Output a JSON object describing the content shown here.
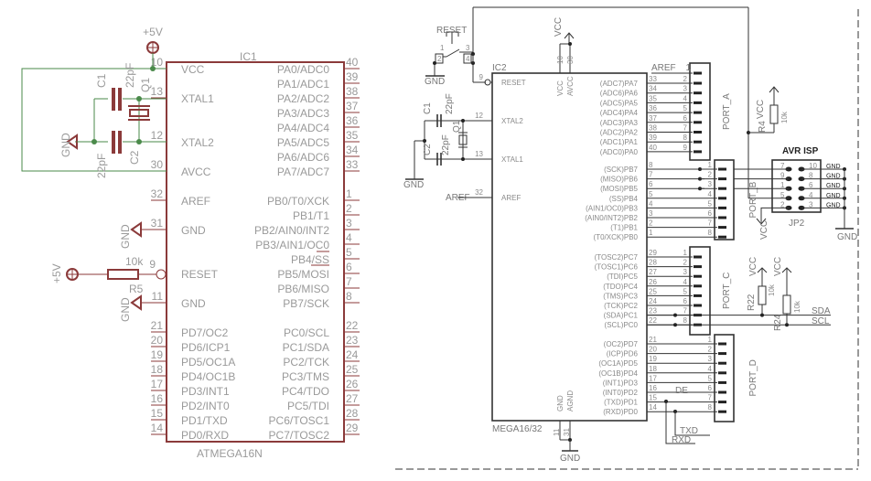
{
  "left": {
    "ic_name": "IC1",
    "ic_part": "ATMEGA16N",
    "power_label": "+5V",
    "gnd_label": "GND",
    "c1": {
      "name": "C1",
      "value": "22pF"
    },
    "c2": {
      "name": "C2",
      "value": "22pF"
    },
    "q1": "Q1",
    "r5": {
      "name": "R5",
      "value": "10k"
    },
    "left_pins": [
      {
        "num": "10",
        "label": "VCC"
      },
      {
        "num": "13",
        "label": "XTAL1"
      },
      {
        "num": "12",
        "label": "XTAL2"
      },
      {
        "num": "30",
        "label": "AVCC"
      },
      {
        "num": "32",
        "label": "AREF"
      },
      {
        "num": "31",
        "label": "GND"
      },
      {
        "num": "9",
        "label": "RESET"
      },
      {
        "num": "11",
        "label": "GND"
      },
      {
        "num": "21",
        "label": "PD7/OC2"
      },
      {
        "num": "20",
        "label": "PD6/ICP1"
      },
      {
        "num": "19",
        "label": "PD5/OC1A"
      },
      {
        "num": "18",
        "label": "PD4/OC1B"
      },
      {
        "num": "17",
        "label": "PD3/INT1"
      },
      {
        "num": "16",
        "label": "PD2/INT0"
      },
      {
        "num": "15",
        "label": "PD1/TXD"
      },
      {
        "num": "14",
        "label": "PD0/RXD"
      }
    ],
    "right_pins": [
      {
        "num": "40",
        "label": "PA0/ADC0"
      },
      {
        "num": "39",
        "label": "PA1/ADC1"
      },
      {
        "num": "38",
        "label": "PA2/ADC2"
      },
      {
        "num": "37",
        "label": "PA3/ADC3"
      },
      {
        "num": "36",
        "label": "PA4/ADC4"
      },
      {
        "num": "35",
        "label": "PA5/ADC5"
      },
      {
        "num": "34",
        "label": "PA6/ADC6"
      },
      {
        "num": "33",
        "label": "PA7/ADC7"
      },
      {
        "num": "1",
        "label": "PB0/T0/XCK"
      },
      {
        "num": "2",
        "label": "PB1/T1"
      },
      {
        "num": "3",
        "label": "PB2/AIN0/INT2"
      },
      {
        "num": "4",
        "label": "PB3/AIN1/OC0"
      },
      {
        "num": "5",
        "label": "PB4/SS"
      },
      {
        "num": "6",
        "label": "PB5/MOSI"
      },
      {
        "num": "7",
        "label": "PB6/MISO"
      },
      {
        "num": "8",
        "label": "PB7/SCK"
      },
      {
        "num": "22",
        "label": "PC0/SCL"
      },
      {
        "num": "23",
        "label": "PC1/SDA"
      },
      {
        "num": "24",
        "label": "PC2/TCK"
      },
      {
        "num": "25",
        "label": "PC3/TMS"
      },
      {
        "num": "26",
        "label": "PC4/TDO"
      },
      {
        "num": "27",
        "label": "PC5/TDI"
      },
      {
        "num": "28",
        "label": "PC6/TOSC1"
      },
      {
        "num": "29",
        "label": "PC7/TOSC2"
      }
    ]
  },
  "right": {
    "ic_name": "IC2",
    "ic_part": "MEGA16/32",
    "reset_button": "RESET",
    "sw_pins": [
      "1",
      "2",
      "3",
      "4"
    ],
    "gnd": "GND",
    "vcc": "VCC",
    "reset_pin": {
      "num": "9",
      "label": "RESET"
    },
    "xtal2": {
      "num": "12",
      "label": "XTAL2"
    },
    "xtal1": {
      "num": "13",
      "label": "XTAL1"
    },
    "aref": {
      "num": "32",
      "label": "AREF",
      "net": "AREF"
    },
    "vcc_pins": [
      {
        "num": "10",
        "label": "VCC"
      },
      {
        "num": "30",
        "label": "AVCC"
      }
    ],
    "gnd_pins": [
      {
        "num": "11",
        "label": "GND"
      },
      {
        "num": "31",
        "label": "AGND"
      }
    ],
    "c1": {
      "name": "C1",
      "value": "22pF"
    },
    "c2": {
      "name": "C2",
      "value": "22pF"
    },
    "q1": "Q1",
    "port_a": {
      "name": "PORT_A",
      "aref_label": "AREF",
      "aref_num": "1",
      "pins": [
        {
          "label": "(ADC7)PA7",
          "num": "33",
          "con": "2"
        },
        {
          "label": "(ADC6)PA6",
          "num": "34",
          "con": "3"
        },
        {
          "label": "(ADC5)PA5",
          "num": "35",
          "con": "4"
        },
        {
          "label": "(ADC4)PA4",
          "num": "36",
          "con": "5"
        },
        {
          "label": "(ADC3)PA3",
          "num": "37",
          "con": "6"
        },
        {
          "label": "(ADC2)PA2",
          "num": "38",
          "con": "7"
        },
        {
          "label": "(ADC1)PA1",
          "num": "39",
          "con": "8"
        },
        {
          "label": "(ADC0)PA0",
          "num": "40",
          "con": "9"
        }
      ]
    },
    "port_b": {
      "name": "PORT_B",
      "pins": [
        {
          "label": "(SCK)PB7",
          "num": "8",
          "con": "1"
        },
        {
          "label": "(MISO)PB6",
          "num": "7",
          "con": "2"
        },
        {
          "label": "(MOSI)PB5",
          "num": "6",
          "con": "3"
        },
        {
          "label": "(SS)PB4",
          "num": "5",
          "con": "4"
        },
        {
          "label": "(AIN1/OC0)PB3",
          "num": "4",
          "con": "5"
        },
        {
          "label": "(AIN0/INT2)PB2",
          "num": "3",
          "con": "6"
        },
        {
          "label": "(T1)PB1",
          "num": "2",
          "con": "7"
        },
        {
          "label": "(T0/XCK)PB0",
          "num": "1",
          "con": "8"
        }
      ]
    },
    "port_c": {
      "name": "PORT_C",
      "pins": [
        {
          "label": "(TOSC2)PC7",
          "num": "29",
          "con": "1"
        },
        {
          "label": "(TOSC1)PC6",
          "num": "28",
          "con": "2"
        },
        {
          "label": "(TDI)PC5",
          "num": "27",
          "con": "3"
        },
        {
          "label": "(TDO)PC4",
          "num": "26",
          "con": "4"
        },
        {
          "label": "(TMS)PC3",
          "num": "25",
          "con": "5"
        },
        {
          "label": "(TCK)PC2",
          "num": "24",
          "con": "6"
        },
        {
          "label": "(SDA)PC1",
          "num": "23",
          "con": "7"
        },
        {
          "label": "(SCL)PC0",
          "num": "22",
          "con": "8"
        }
      ]
    },
    "port_d": {
      "name": "PORT_D",
      "pins": [
        {
          "label": "(OC2)PD7",
          "num": "21",
          "con": "1"
        },
        {
          "label": "(ICP)PD6",
          "num": "20",
          "con": "2"
        },
        {
          "label": "(OC1A)PD5",
          "num": "19",
          "con": "3"
        },
        {
          "label": "(OC1B)PD4",
          "num": "18",
          "con": "4"
        },
        {
          "label": "(INT1)PD3",
          "num": "17",
          "con": "5"
        },
        {
          "label": "(INT0)PD2",
          "num": "16",
          "con": "6"
        },
        {
          "label": "(TXD)PD1",
          "num": "15",
          "con": "7"
        },
        {
          "label": "(RXD)PD0",
          "num": "14",
          "con": "8"
        }
      ]
    },
    "de_label": "DE",
    "txd": "TXD",
    "rxd": "RXD",
    "r4": {
      "name": "R4",
      "value": "10k"
    },
    "r22": {
      "name": "R22",
      "value": "10k"
    },
    "r24": {
      "name": "R24",
      "value": "10k"
    },
    "sda": "SDA",
    "scl": "SCL",
    "isp": {
      "title": "AVR ISP",
      "name": "JP2",
      "left_nums": [
        "7",
        "9",
        "1",
        "5",
        "2"
      ],
      "right_nums": [
        "10",
        "8",
        "6",
        "4",
        "3"
      ],
      "gnd_labels": [
        "GND",
        "GND",
        "GND",
        "GND",
        "GND"
      ]
    }
  }
}
